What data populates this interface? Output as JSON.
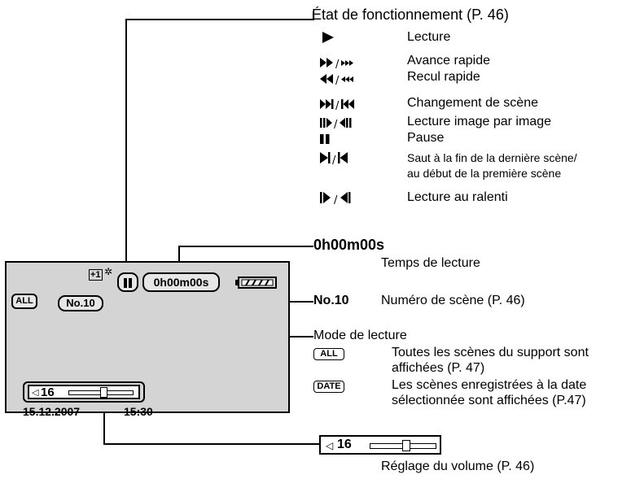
{
  "operation_status": {
    "heading": "État de fonctionnement (P. 46)",
    "items": [
      {
        "icon": "play-icon",
        "label": "Lecture"
      },
      {
        "icon": "fast-forward-icon",
        "label": "Avance rapide"
      },
      {
        "icon": "rewind-icon",
        "label": "Recul rapide"
      },
      {
        "icon": "skip-scene-icon",
        "label": "Changement de scène"
      },
      {
        "icon": "frame-by-frame-icon",
        "label": "Lecture image par image"
      },
      {
        "icon": "pause-icon",
        "label": "Pause"
      },
      {
        "icon": "jump-end-start-icon",
        "label": "Saut à la fin de la dernière scène/",
        "label2": "au début de la première scène"
      },
      {
        "icon": "slow-motion-icon",
        "label": "Lecture au ralenti"
      }
    ]
  },
  "playback_time": {
    "value": "0h00m00s",
    "label": "Temps de lecture"
  },
  "scene_number": {
    "value": "No.10",
    "label": "Numéro de scène (P. 46)"
  },
  "playback_mode": {
    "heading": "Mode de lecture",
    "all_badge": "ALL",
    "all_text1": "Toutes les scènes du support sont",
    "all_text2": "affichées (P. 47)",
    "date_badge": "DATE",
    "date_text1": "Les scènes enregistrées à la date",
    "date_text2": "sélectionnée sont affichées (P.47)"
  },
  "volume": {
    "value": "16",
    "label": "Réglage du volume (P. 46)",
    "level": 0.55
  },
  "screen": {
    "date": "15.12.2007",
    "time": "15:30",
    "exposure_badge": "+1",
    "time_display": "0h00m00s",
    "scene_display": "No.10",
    "mode_display": "ALL",
    "volume_display": "16"
  }
}
